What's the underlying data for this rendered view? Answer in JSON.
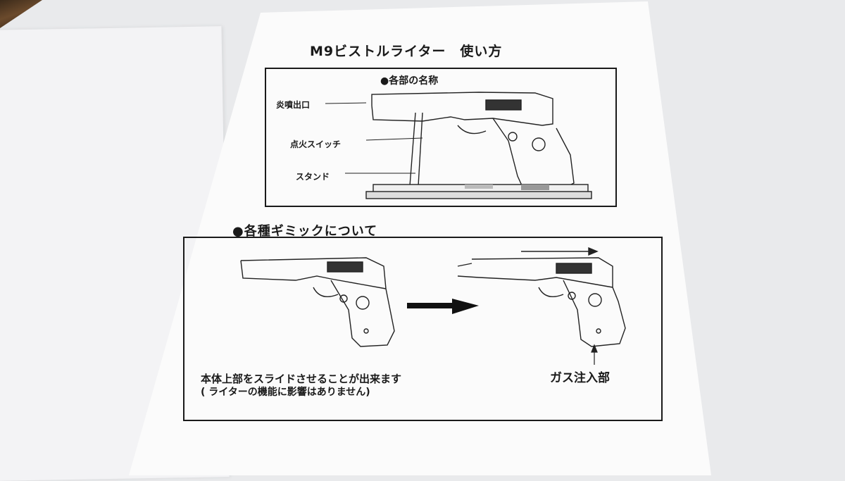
{
  "title": "M9ビストルライター　使い方",
  "section1": {
    "bullet": "●",
    "heading": "各部の名称",
    "parts": [
      "炎噴出口",
      "点火スイッチ",
      "スタンド"
    ]
  },
  "section2": {
    "bullet": "●",
    "heading": "各種ギミックについて",
    "caption_line1": "本体上部をスライドさせることが出来ます",
    "caption_line2": "( ライターの機能に影響はありません)",
    "gas_label": "ガス注入部"
  },
  "icons": [
    "pistol-illustration",
    "arrow-right-icon",
    "slide-arrow-icon"
  ]
}
